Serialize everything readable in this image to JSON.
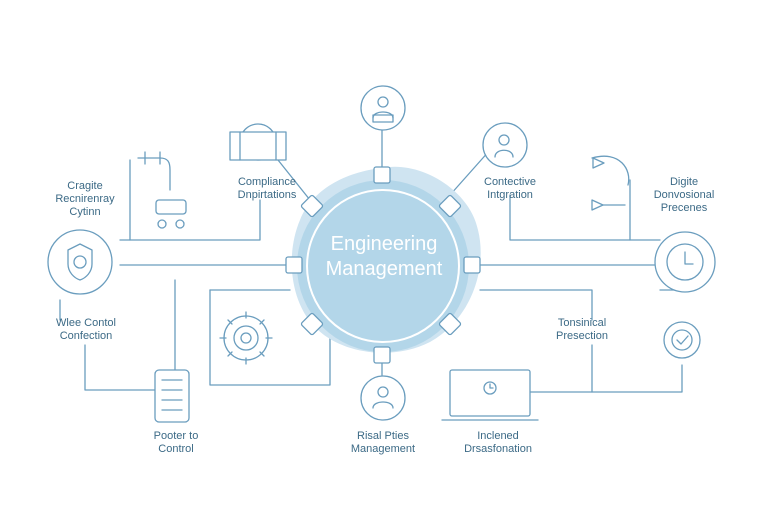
{
  "hub": {
    "title": "Engineering\nManagement"
  },
  "nodes": {
    "creative_technology": "Cragite\nRecnirenray\nCytinn",
    "compliance": "Compliance\nDnpirtations",
    "connective_integration": "Contective\nIntgration",
    "digital_process": "Digite\nDonvosional\nPrecenes",
    "wireless_control": "Wlee Contol\nConfection",
    "remote_control": "Pooter to\nControl",
    "risk_management": "Risal Pties\nManagement",
    "infrastructure": "Inclened\nDrsasfonation",
    "technical_protection": "Tonsinical\nPresection"
  },
  "colors": {
    "line": "#5b8fb1",
    "hub_fill": "#b3d6e9",
    "hub_halo": "#cfe4f1",
    "text": "#3c6a86"
  }
}
